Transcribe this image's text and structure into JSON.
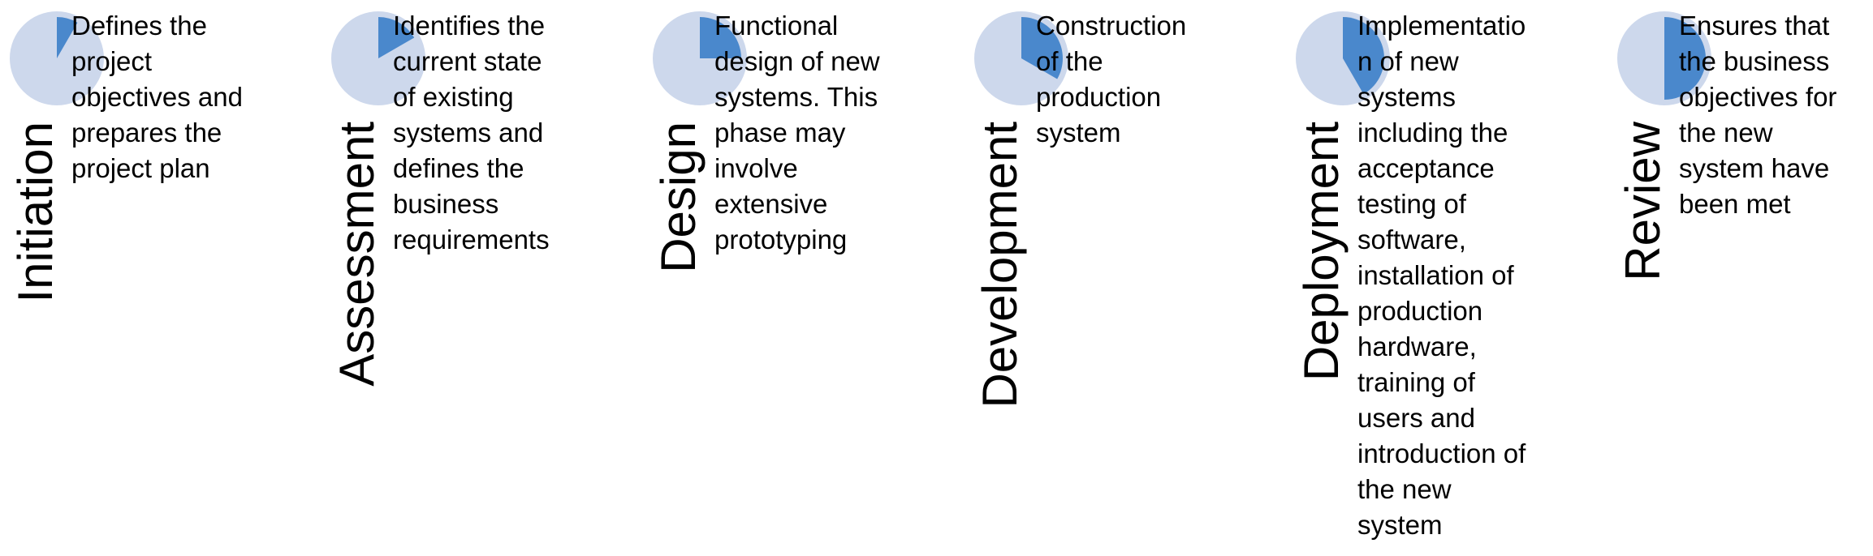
{
  "colors": {
    "pie_background": "#cdd8ec",
    "pie_fill": "#4a88cc"
  },
  "phases": [
    {
      "name": "Initiation",
      "description": "Defines the\nproject\nobjectives and\nprepares the\nproject plan",
      "progress_fraction": 0.0833
    },
    {
      "name": "Assessment",
      "description": "Identifies the\ncurrent state\nof existing\nsystems and\ndefines the\nbusiness\nrequirements",
      "progress_fraction": 0.1667
    },
    {
      "name": "Design",
      "description": "Functional\ndesign of new\nsystems. This\nphase may\ninvolve\nextensive\nprototyping",
      "progress_fraction": 0.25
    },
    {
      "name": "Development",
      "description": "Construction\nof the\nproduction\nsystem",
      "progress_fraction": 0.3333
    },
    {
      "name": "Deployment",
      "description": "Implementatio\nn of new\nsystems\nincluding the\nacceptance\ntesting of\nsoftware,\ninstallation of\nproduction\nhardware,\ntraining of\nusers and\nintroduction of\nthe new\nsystem",
      "progress_fraction": 0.4167
    },
    {
      "name": "Review",
      "description": "Ensures that\nthe business\nobjectives for\nthe new\nsystem have\nbeen met",
      "progress_fraction": 0.5
    }
  ]
}
